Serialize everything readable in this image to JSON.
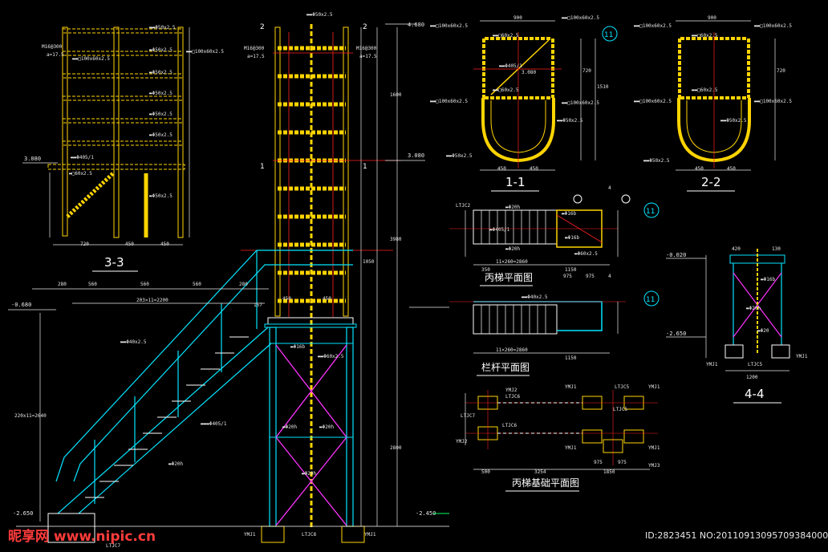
{
  "colors": {
    "background": "#000000",
    "yellow": "#ffd400",
    "cyan": "#00e5ff",
    "magenta": "#ff33ff",
    "red": "#ff2020",
    "green": "#00ff66",
    "white": "#ffffff",
    "dimension": "#e8e8e8"
  },
  "views": {
    "section_3_3": {
      "title": "3-3",
      "note_a": "M16@300",
      "note_b": "a=17.5",
      "elev": "3.080"
    },
    "section_1_1": {
      "title": "1-1",
      "elev": "3.080",
      "grid": "11"
    },
    "section_2_2": {
      "title": "2-2"
    },
    "section_4_4": {
      "title": "4-4",
      "elev_top": "-0.020",
      "elev_bot": "-2.650"
    },
    "stair_plan": {
      "title": "丙梯平面图",
      "grid": "11",
      "dim": "11×260=2860"
    },
    "railing_plan": {
      "title": "栏杆平面图",
      "grid": "11",
      "dim": "11×260=2860"
    },
    "foundation_plan": {
      "title": "丙梯基础平面图"
    },
    "main_elevation": {
      "elev_top": "4.680",
      "elev_mid": "3.080",
      "elev_ground": "-0.680",
      "elev_base_left": "-2.650",
      "elev_base_right": "-2.450",
      "note_a": "M16@300",
      "note_b": "a=17.5",
      "dim_stair": "203×11=2200",
      "labels": [
        "YMJ1",
        "LTJC8",
        "YMJ1",
        "LTJC7"
      ]
    }
  },
  "footer": {
    "brand": "昵享网 www.nipic.cn",
    "id": "ID:2823451 NO:20110913095709384000"
  }
}
